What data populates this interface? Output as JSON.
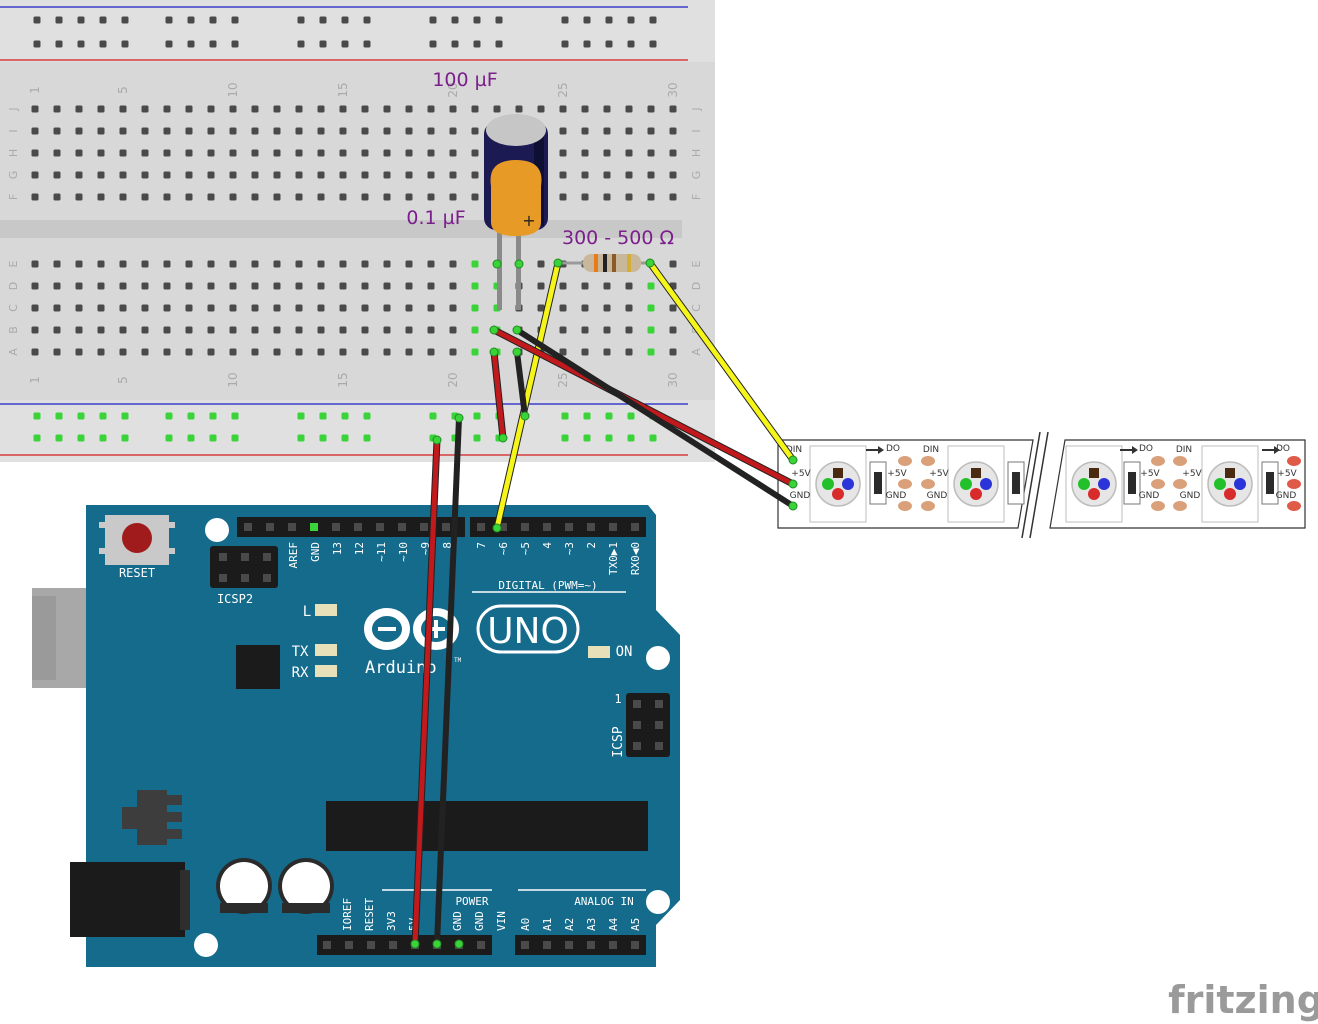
{
  "breadboard": {
    "col_numbers": [
      "1",
      "5",
      "10",
      "15",
      "20",
      "25",
      "30"
    ],
    "row_letters_top": [
      "J",
      "I",
      "H",
      "G",
      "F"
    ],
    "row_letters_bottom": [
      "E",
      "D",
      "C",
      "B",
      "A"
    ]
  },
  "labels": {
    "cap_big": "100 µF",
    "cap_small": "0.1 µF",
    "resistor": "300 - 500 Ω",
    "plus": "+"
  },
  "arduino": {
    "reset": "RESET",
    "icsp2": "ICSP2",
    "icsp": "ICSP",
    "icsp_pin1": "1",
    "brand": "Arduino",
    "tm": "TM",
    "model": "UNO",
    "digital": "DIGITAL (PWM=~)",
    "power": "POWER",
    "analog": "ANALOG IN",
    "led_l": "L",
    "led_tx": "TX",
    "led_rx": "RX",
    "led_on": "ON",
    "top_pins": [
      "AREF",
      "GND",
      "13",
      "12",
      "~11",
      "~10",
      "~9",
      "8",
      "7",
      "~6",
      "~5",
      "4",
      "~3",
      "2",
      "TX0▶1",
      "RX0◀0"
    ],
    "power_pins": [
      "IOREF",
      "RESET",
      "3V3",
      "5V",
      "GND",
      "GND",
      "VIN"
    ],
    "analog_pins": [
      "A0",
      "A1",
      "A2",
      "A3",
      "A4",
      "A5"
    ]
  },
  "strip": {
    "din": "DIN",
    "do": "DO",
    "v5": "+5V",
    "gnd": "GND"
  },
  "watermark": "fritzing",
  "colors": {
    "board": "#146b8c",
    "wire_red": "#c1191c",
    "wire_black": "#222222",
    "wire_yellow": "#f5f51a",
    "label_purple": "#7b1f8c",
    "breadboard": "#e0e0e0"
  }
}
